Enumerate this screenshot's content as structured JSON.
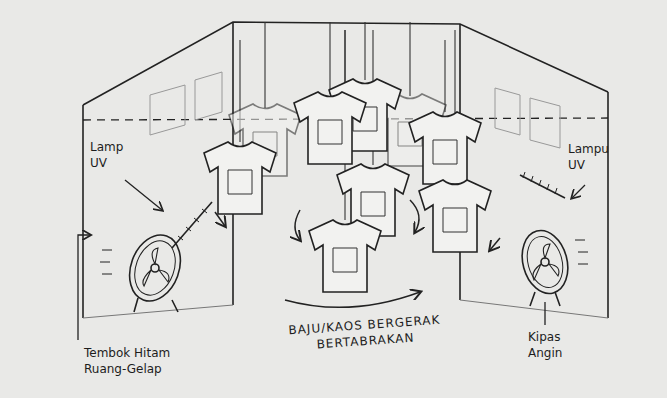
{
  "diagram": {
    "labels": [
      "Lamp UV",
      "Lampu UV",
      "Tembok Hitam Ruang-Gelap",
      "BAJU/KAOS BERGERAK BERTABRAKAN",
      "Kipas Angin"
    ]
  }
}
